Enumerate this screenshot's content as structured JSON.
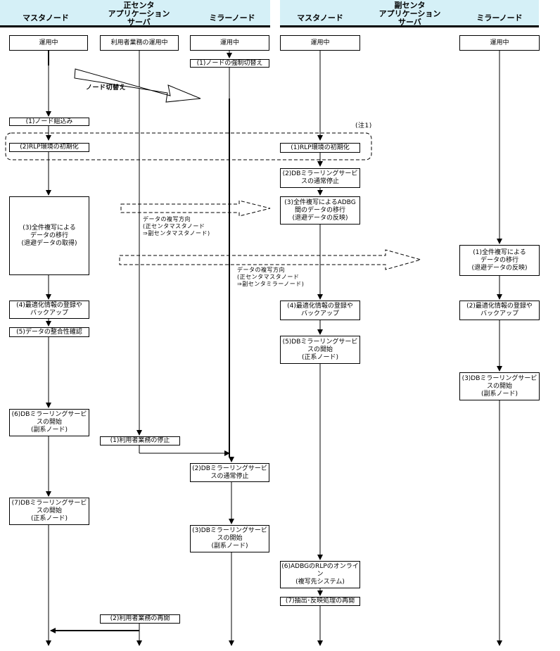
{
  "headers": {
    "main_center": "正センタ",
    "sub_center": "副センタ",
    "main_master": "マスタノード",
    "main_app": "アプリケーション\nサーバ",
    "main_mirror": "ミラーノード",
    "sub_master": "マスタノード",
    "sub_app": "アプリケーション\nサーバ",
    "sub_mirror": "ミラーノード"
  },
  "boxes": {
    "mm_running": "運用中",
    "app_business": "利用者業務の運用中",
    "mir_running": "運用中",
    "sm_running": "運用中",
    "smir_running": "運用中",
    "mir_force": "(1)ノードの強制切替え",
    "mm_node_add": "(1)ノード組込み",
    "mm_rlp_init": "(2)RLP環境の初期化",
    "sm_rlp_init": "(1)RLP環境の初期化",
    "sm_db_stop": "(2)DBミラーリングサービ\nスの通常停止",
    "sm_adbg": "(3)全件複写によるADBG\n間のデータの移行\n(退避データの反映)",
    "mm_full_copy": "(3)全件複写による\nデータの移行\n(退避データの取得)",
    "smir_full_copy": "(1)全件複写による\nデータの移行\n(退避データの反映)",
    "mm_optimize": "(4)最適化情報の登録や\nバックアップ",
    "sm_optimize": "(4)最適化情報の登録や\nバックアップ",
    "smir_optimize": "(2)最適化情報の登録や\nバックアップ",
    "mm_consistency": "(5)データの整合性確認",
    "sm_db_start": "(5)DBミラーリングサービ\nスの開始\n(正系ノード)",
    "smir_db_start": "(3)DBミラーリングサービ\nスの開始\n(副系ノード)",
    "mm_db_start_sub": "(6)DBミラーリングサービ\nスの開始\n(副系ノード)",
    "app_stop": "(1)利用者業務の停止",
    "mir_db_stop": "(2)DBミラーリングサービ\nスの通常停止",
    "mm_db_start_main": "(7)DBミラーリングサービ\nスの開始\n(正系ノード)",
    "mir_db_start": "(3)DBミラーリングサービ\nスの開始\n(副系ノード)",
    "sm_adbg_online": "(6)ADBGのRLPのオンライ\nン\n(複写先システム)",
    "sm_extract": "(7)抽出･反映処理の再開",
    "app_resume": "(2)利用者業務の再開"
  },
  "labels": {
    "node_switch": "ノード切替え",
    "note1": "(注1)",
    "copy_dir_1": "データの複写方向\n(正センタマスタノード\n⇒副センタマスタノード)",
    "copy_dir_2": "データの複写方向\n(正センタマスタノード\n⇒副センタミラーノード)"
  }
}
